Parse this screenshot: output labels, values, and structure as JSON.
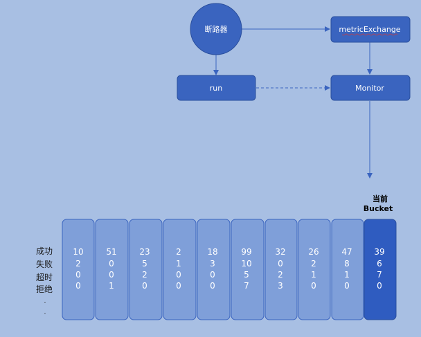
{
  "nodes": {
    "circuit_breaker": "断路器",
    "metric_exchange": "metricExchange",
    "run": "run",
    "monitor": "Monitor"
  },
  "current_bucket": {
    "line1": "当前",
    "line2": "Bucket"
  },
  "row_labels": [
    "成功",
    "失败",
    "超时",
    "拒绝"
  ],
  "row_ellipsis": [
    ".",
    "."
  ],
  "buckets": [
    {
      "values": [
        "10",
        "2",
        "0",
        "0"
      ],
      "current": false
    },
    {
      "values": [
        "51",
        "0",
        "0",
        "1"
      ],
      "current": false
    },
    {
      "values": [
        "23",
        "5",
        "2",
        "0"
      ],
      "current": false
    },
    {
      "values": [
        "2",
        "1",
        "0",
        "0"
      ],
      "current": false
    },
    {
      "values": [
        "18",
        "3",
        "0",
        "0"
      ],
      "current": false
    },
    {
      "values": [
        "99",
        "10",
        "5",
        "7"
      ],
      "current": false
    },
    {
      "values": [
        "32",
        "0",
        "2",
        "3"
      ],
      "current": false
    },
    {
      "values": [
        "26",
        "2",
        "1",
        "0"
      ],
      "current": false
    },
    {
      "values": [
        "47",
        "8",
        "1",
        "0"
      ],
      "current": false
    },
    {
      "values": [
        "39",
        "6",
        "7",
        "0"
      ],
      "current": true
    }
  ],
  "colors": {
    "background": "#a8bfe3",
    "node_fill": "#3a64bf",
    "node_stroke": "#2a4f9e",
    "bucket_fill": "#7f9fd9",
    "bucket_stroke": "#3a64bf",
    "current_fill": "#2f5cc0",
    "arrow": "#3a64bf"
  }
}
